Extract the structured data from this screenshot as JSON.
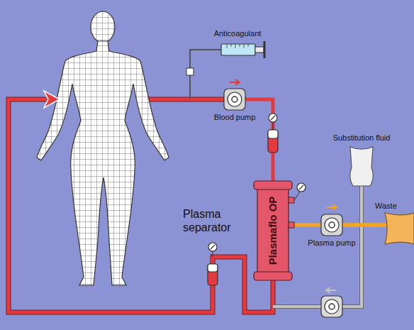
{
  "diagram": {
    "nodes": [
      {
        "text": [
          "Anticoagulant"
        ]
      },
      {
        "text": [
          "Blood pump"
        ]
      },
      {
        "text": [
          "Substitution fluid"
        ]
      },
      {
        "text": [
          "Plasma separator",
          "Plasmaflo OP"
        ]
      },
      {
        "text": [
          "Waste"
        ]
      },
      {
        "text": [
          "Plasma pump"
        ]
      }
    ],
    "edges": [
      {
        "from": 1,
        "to": 3,
        "arrow": "none"
      },
      {
        "from": 3,
        "to": 5,
        "arrow": "none"
      },
      {
        "from": 5,
        "to": 4,
        "arrow": "none"
      }
    ]
  }
}
